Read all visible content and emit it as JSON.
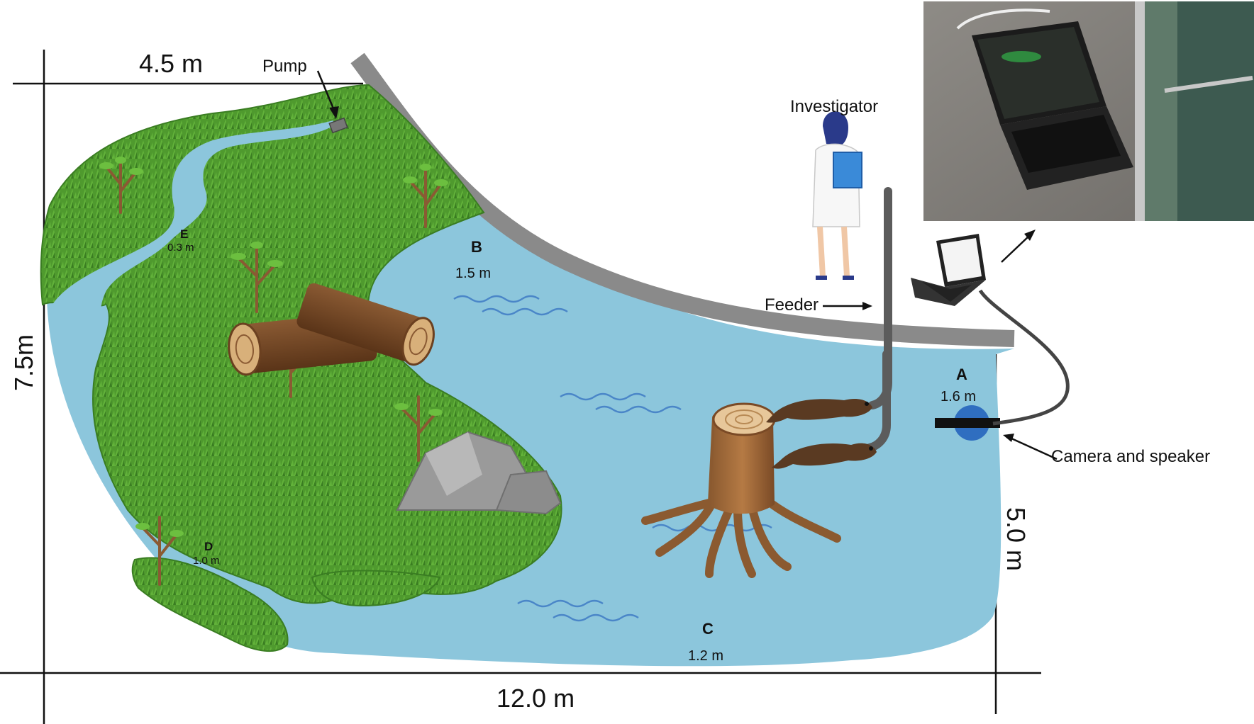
{
  "dimensions": {
    "top_width": "4.5 m",
    "left_height": "7.5m",
    "bottom_width": "12.0 m",
    "right_height": "5.0 m"
  },
  "labels": {
    "pump": "Pump",
    "investigator": "Investigator",
    "feeder": "Feeder",
    "camera_speaker": "Camera and speaker"
  },
  "zones": [
    {
      "letter": "A",
      "depth": "1.6 m"
    },
    {
      "letter": "B",
      "depth": "1.5 m"
    },
    {
      "letter": "C",
      "depth": "1.2 m"
    },
    {
      "letter": "D",
      "depth": "1.0 m"
    },
    {
      "letter": "E",
      "depth": "0.3 m"
    }
  ],
  "colors": {
    "water": "#8cc6dc",
    "grass": "#4f9a2e",
    "grass_dark": "#3a7d22",
    "wall": "#8a8a8a",
    "camera": "#2f6ec0",
    "wave": "#4a86c8"
  }
}
